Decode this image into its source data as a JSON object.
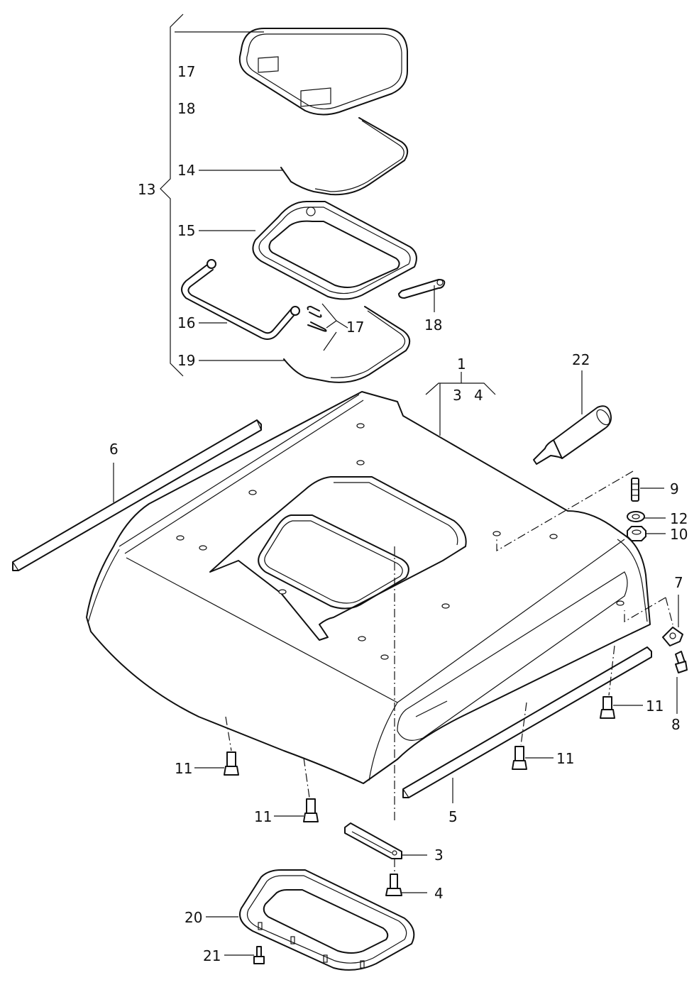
{
  "labels": {
    "l1": "1",
    "l3_sub": "3",
    "l4_sub": "4",
    "l3": "3",
    "l4": "4",
    "l5": "5",
    "l6": "6",
    "l7": "7",
    "l8": "8",
    "l9": "9",
    "l10": "10",
    "l11_a": "11",
    "l11_b": "11",
    "l11_c": "11",
    "l11_d": "11",
    "l12": "12",
    "l13": "13",
    "l14": "14",
    "l15": "15",
    "l16": "16",
    "l17_top": "17",
    "l17_mid": "17",
    "l18_top": "18",
    "l18_mid": "18",
    "l19": "19",
    "l20": "20",
    "l21": "21",
    "l22": "22"
  }
}
